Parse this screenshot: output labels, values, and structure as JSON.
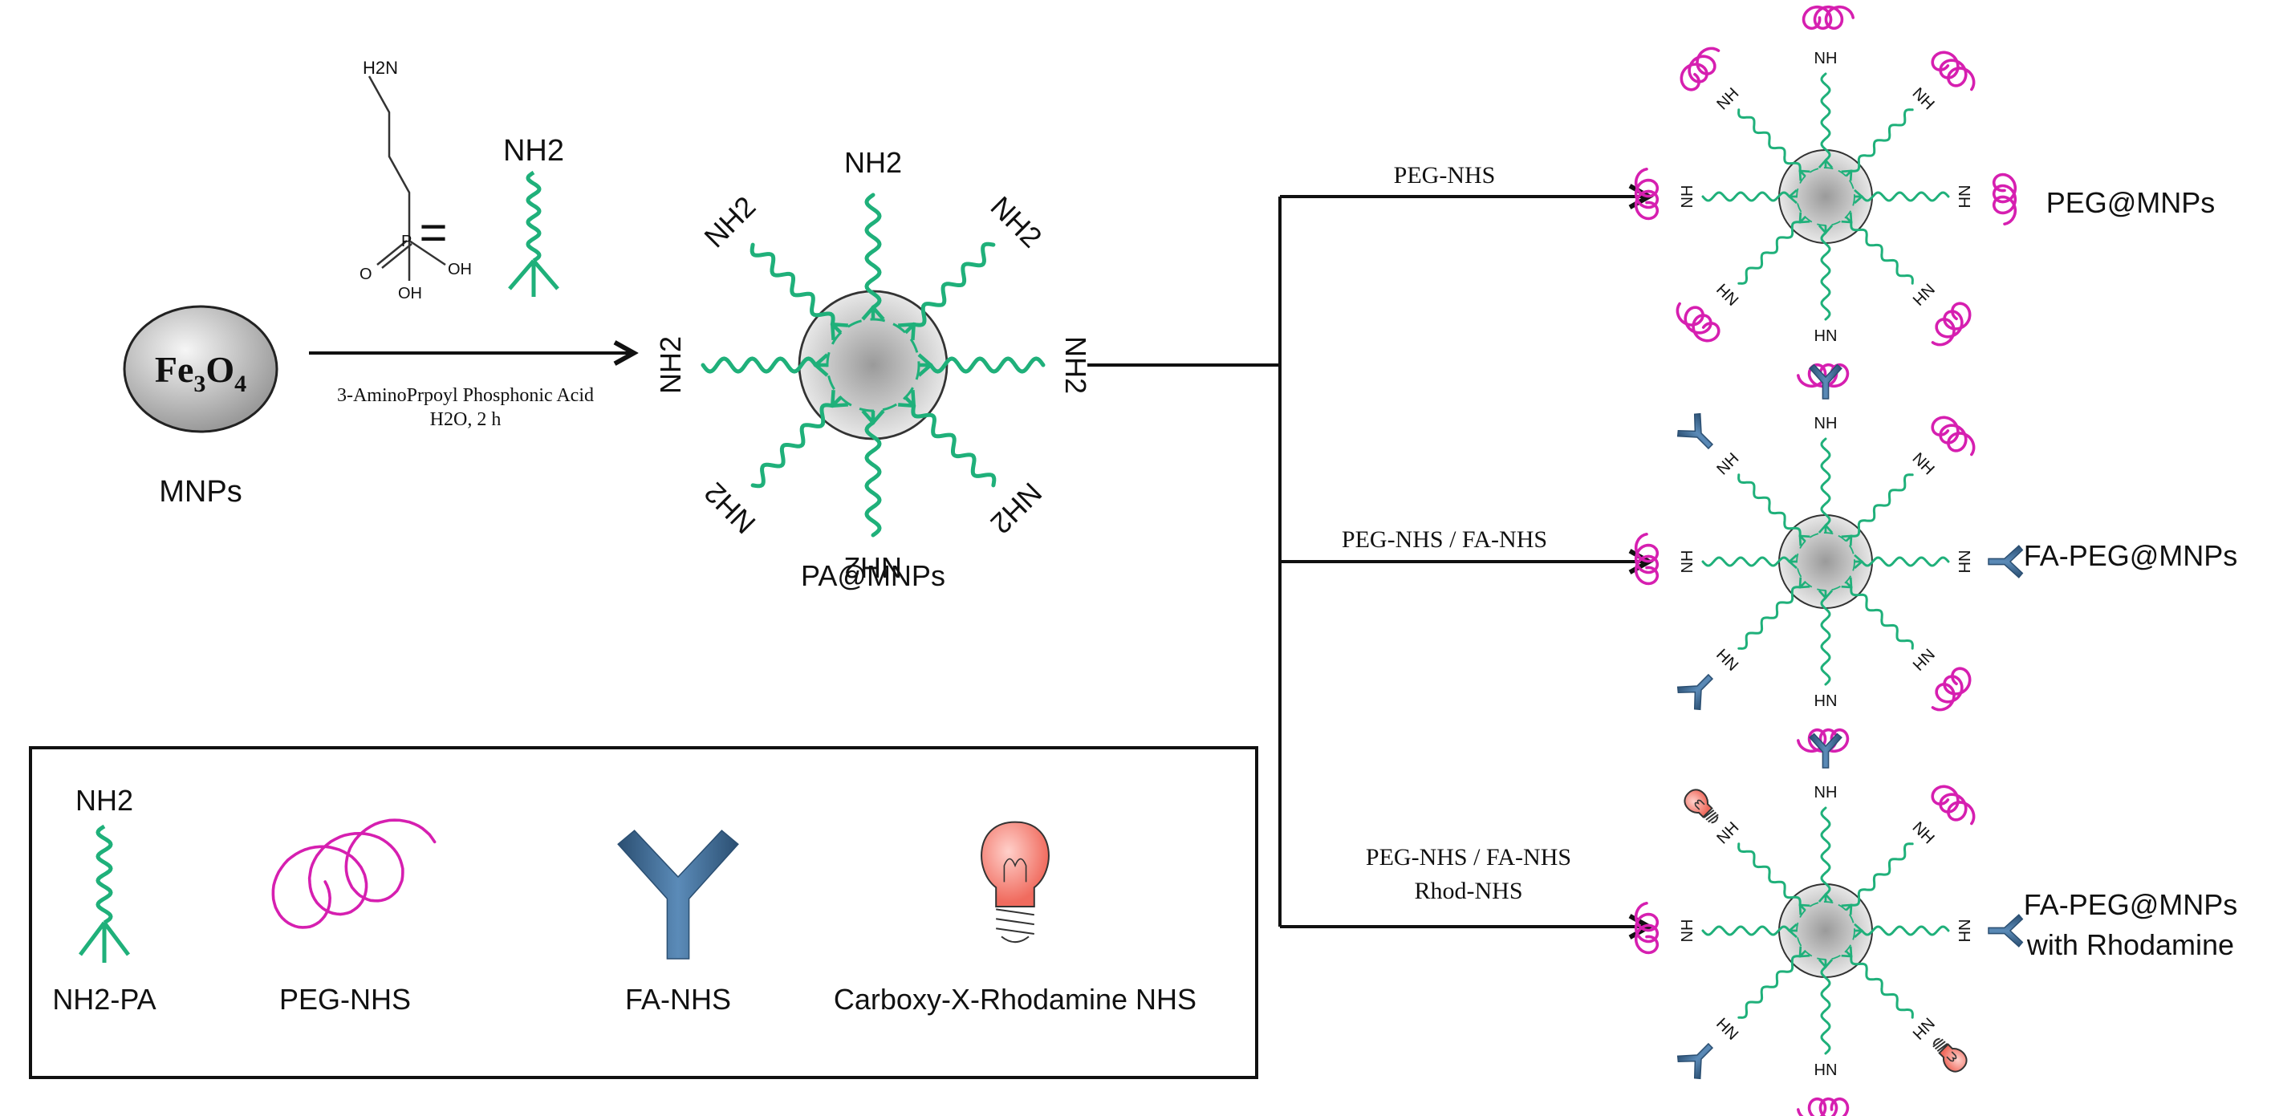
{
  "colors": {
    "linker": "#1fb07a",
    "peg": "#d61fb0",
    "folate": "#3f6f99",
    "folate_dark": "#2b4f72",
    "bulb": "#f4877c",
    "core_light": "#eeeeee",
    "core_dark": "#9a9a9a",
    "text": "#111111"
  },
  "start": {
    "core_formula": "Fe3O4",
    "core_main": "Fe",
    "core_sub1": "3",
    "core_mid": "O",
    "core_sub2": "4",
    "label": "MNPs"
  },
  "structure": {
    "nh2_label": "H2N",
    "oh_top": "OH",
    "oh_bottom": "OH",
    "p_label": "P",
    "o_label": "O",
    "equals": "=",
    "equiv_nh2": "NH2"
  },
  "step1": {
    "reagent": "3-AminoPrpoyl Phosphonic Acid",
    "conditions": "H2O, 2 h"
  },
  "intermediate": {
    "label": "PA@MNPs",
    "terminal_group": "NH2"
  },
  "branches": [
    {
      "reagent_line1": "PEG-NHS",
      "reagent_line2": "",
      "product_line1": "PEG@MNPs",
      "product_line2": ""
    },
    {
      "reagent_line1": "PEG-NHS / FA-NHS",
      "reagent_line2": "",
      "product_line1": "FA-PEG@MNPs",
      "product_line2": ""
    },
    {
      "reagent_line1": "PEG-NHS / FA-NHS",
      "reagent_line2": "Rhod-NHS",
      "product_line1": "FA-PEG@MNPs",
      "product_line2": "with Rhodamine"
    }
  ],
  "product_linker_label": "NH",
  "legend": {
    "items": [
      {
        "label": "NH2-PA",
        "icon": "aminopropyl-linker-icon"
      },
      {
        "label": "PEG-NHS",
        "icon": "peg-coil-icon"
      },
      {
        "label": "FA-NHS",
        "icon": "folate-y-icon"
      },
      {
        "label": "Carboxy-X-Rhodamine NHS",
        "icon": "light-bulb-icon"
      }
    ],
    "linker_top": "NH2"
  }
}
